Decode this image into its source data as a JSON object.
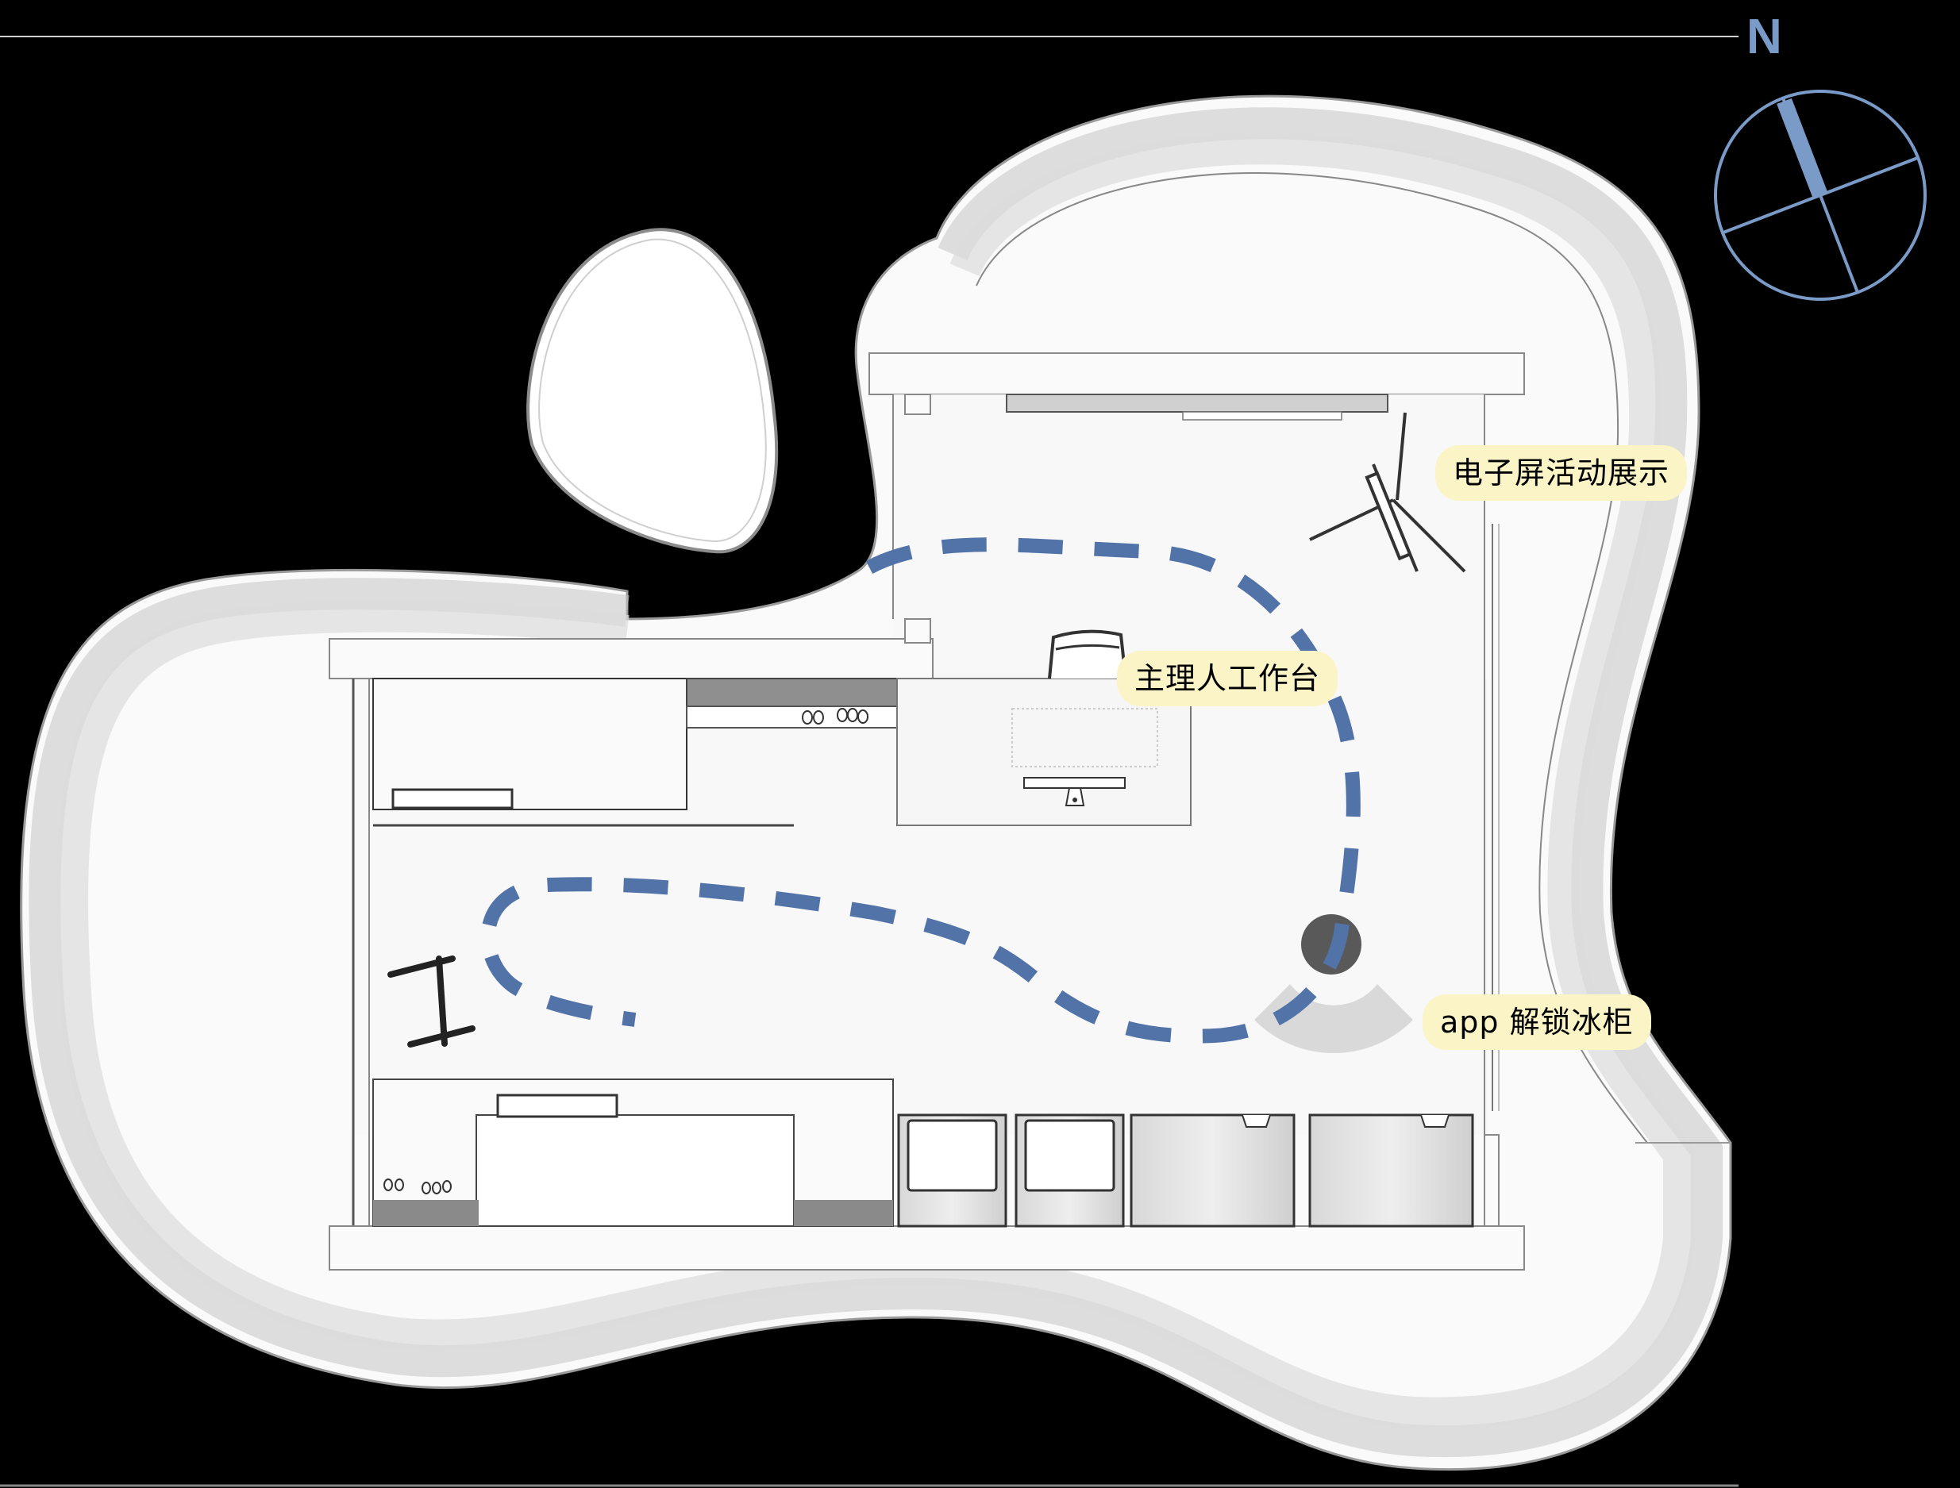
{
  "diagram": {
    "type": "architectural-floor-plan",
    "background_color": "#000000",
    "path_color": "#5273a8",
    "label_background": "#fbf4c6"
  },
  "compass": {
    "north_label": "N",
    "color": "#7a9bc8",
    "rotation_deg": -21
  },
  "labels": [
    {
      "id": "screen-display",
      "text": "电子屏活动展示"
    },
    {
      "id": "manager-workstation",
      "text": "主理人工作台"
    },
    {
      "id": "app-unlock-freezer",
      "text": "app 解锁冰柜"
    }
  ],
  "legend_items": {
    "visitor_path": "dashed visitor route",
    "camera": "camera with field of view",
    "display_stand": "tripod screen stand",
    "tv_mount": "display stand"
  }
}
